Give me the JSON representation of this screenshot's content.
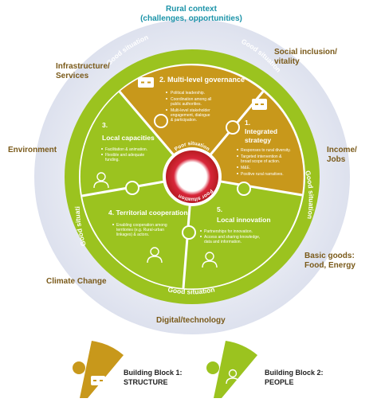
{
  "context_labels": {
    "rural_context_line1": "Rural context",
    "rural_context_line2": "(challenges, opportunities)",
    "social_line1": "Social inclusion/",
    "social_line2": "vitality",
    "income_line1": "Income/",
    "income_line2": "Jobs",
    "basic_line1": "Basic goods:",
    "basic_line2": "Food, Energy",
    "digital": "Digital/technology",
    "climate": "Climate Change",
    "environment": "Environment",
    "infra_line1": "Infrastructure/",
    "infra_line2": "Services"
  },
  "ring": {
    "good_situation": "Good situation",
    "poor_situation": "Poor situation"
  },
  "blocks": [
    {
      "number": "2.",
      "title": "Multi-level governance",
      "bullets": [
        "Political leadership.",
        "Coordination among all",
        "public authorities.",
        "Multi-level stakeholder",
        "engagement, dialogue",
        "& participation."
      ]
    },
    {
      "number": "1.",
      "title_line1": "Integrated",
      "title_line2": "strategy",
      "bullets": [
        "Responses to rural diversity.",
        "Targeted intervention &",
        "broad scope of action.",
        "M&E.",
        "Positive rural narratives."
      ]
    },
    {
      "number": "3.",
      "title": "Local capacities",
      "bullets": [
        "Facilitation & animation.",
        "Flexible and adequate",
        "funding."
      ]
    },
    {
      "number": "4.",
      "title": "Territorial cooperation",
      "bullets": [
        "Enabling cooperation among",
        "territories (e.g. Rural-urban",
        "linkages) & actors."
      ]
    },
    {
      "number": "5.",
      "title": "Local innovation",
      "bullets": [
        "Partnerships for innovation.",
        "Access and sharing knowledge,",
        "data and information."
      ]
    }
  ],
  "legend": [
    {
      "line1": "Building Block 1:",
      "line2": "STRUCTURE",
      "color": "#c8981b"
    },
    {
      "line1": "Building Block 2:",
      "line2": "PEOPLE",
      "color": "#9bc31f"
    }
  ],
  "colors": {
    "outer_disc": "#e9ecf4",
    "green": "#9bc31f",
    "gold": "#c8981b",
    "center_red": "#cf2a2a",
    "context_text": "#7a5a1a",
    "rural_context_text": "#1b93a8"
  }
}
